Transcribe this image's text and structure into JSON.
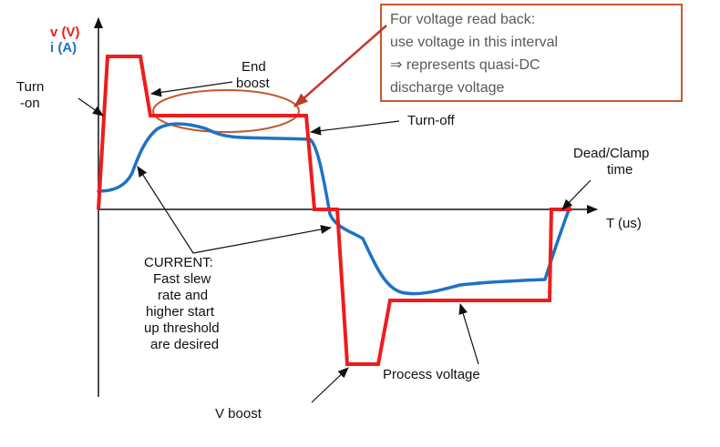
{
  "colors": {
    "voltage": "#ee1c1c",
    "current": "#1f72c4",
    "highlight": "#c55a2b",
    "callout_border": "#c55a2b",
    "callout_text": "#595959",
    "arrow": "#111111"
  },
  "axes": {
    "voltage_label": "v (V)",
    "current_label": "i (A)",
    "time_label": "T (us)"
  },
  "callout": {
    "line1": "For voltage read back:",
    "line2": "use voltage in this interval",
    "line3": "⇒ represents quasi-DC",
    "line4": "discharge voltage"
  },
  "labels": {
    "turn_on": {
      "line1": "Turn",
      "line2": "-on"
    },
    "end_boost": {
      "line1": "End",
      "line2": "boost"
    },
    "turn_off": "Turn-off",
    "dead_clamp": {
      "line1": "Dead/Clamp",
      "line2": "time"
    },
    "current_note": {
      "line1": "CURRENT:",
      "line2": "Fast slew",
      "line3": "rate and",
      "line4": "higher start",
      "line5": "up threshold",
      "line6": "are desired"
    },
    "process_voltage": "Process voltage",
    "v_boost": "V boost"
  }
}
